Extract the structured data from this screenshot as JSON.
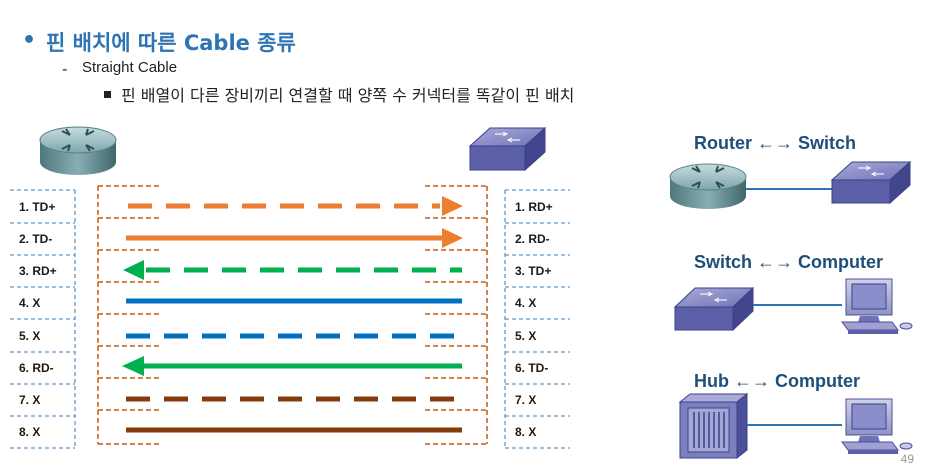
{
  "slide": {
    "bullet": "•",
    "title": "핀 배치에 따른 Cable 종류",
    "sub_dash": "-",
    "subtitle": "Straight Cable",
    "description": "핀 배열이 다른 장비끼리 연결할 때 양쪽 수 커넥터를 똑같이 핀 배치",
    "page_number": "49"
  },
  "left_pins": [
    "1. TD+",
    "2. TD-",
    "3. RD+",
    "4. X",
    "5. X",
    "6. RD-",
    "7. X",
    "8. X"
  ],
  "right_pins": [
    "1. RD+",
    "2. RD-",
    "3. TD+",
    "4. X",
    "5. X",
    "6. TD-",
    "7. X",
    "8. X"
  ],
  "wires": [
    {
      "color": "#ed7d31",
      "style": "dashed",
      "arrow": "right"
    },
    {
      "color": "#ed7d31",
      "style": "solid",
      "arrow": "right"
    },
    {
      "color": "#00b050",
      "style": "dashed",
      "arrow": "left"
    },
    {
      "color": "#0070c0",
      "style": "solid",
      "arrow": "none"
    },
    {
      "color": "#0070c0",
      "style": "dashed",
      "arrow": "none"
    },
    {
      "color": "#00b050",
      "style": "solid",
      "arrow": "left"
    },
    {
      "color": "#843c0c",
      "style": "dashed",
      "arrow": "none"
    },
    {
      "color": "#843c0c",
      "style": "solid",
      "arrow": "none"
    }
  ],
  "connections": [
    {
      "label": "Router ←→ Switch",
      "left_icon": "router-icon",
      "right_icon": "switch-icon"
    },
    {
      "label": "Switch ←→ Computer",
      "left_icon": "switch-icon",
      "right_icon": "computer-icon"
    },
    {
      "label": "Hub ←→ Computer",
      "left_icon": "hub-icon",
      "right_icon": "computer-icon"
    }
  ],
  "colors": {
    "title": "#2e74b5",
    "left_pin_box": "#5b9bd5",
    "connector_box": "#c55a11",
    "device_blue": "#5b5fa8",
    "router_teal": "#5f8e94",
    "link_line": "#2e75b6"
  }
}
